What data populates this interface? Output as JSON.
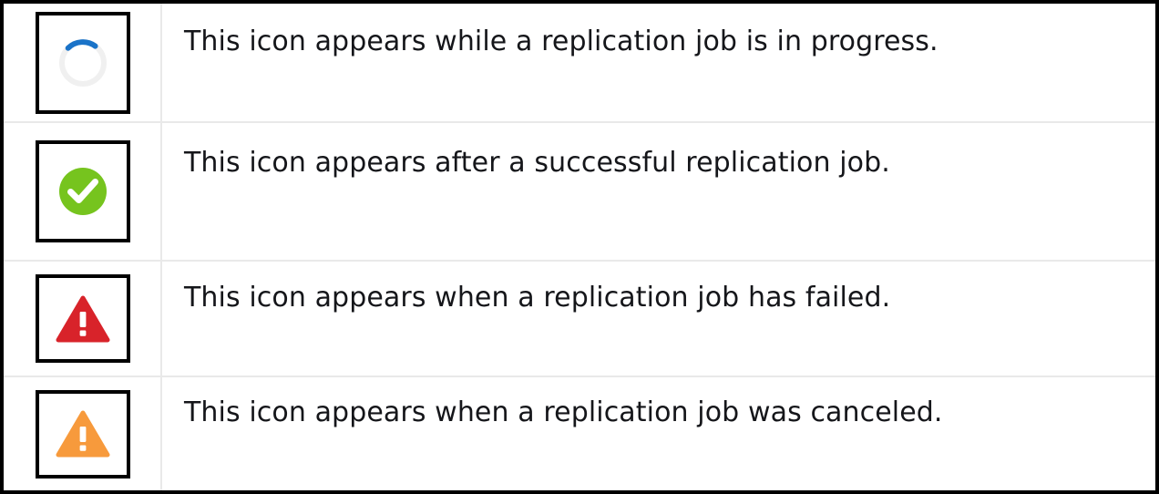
{
  "legend": {
    "colors": {
      "spinner_arc": "#1a73c8",
      "spinner_track": "#f0f0f0",
      "success_green": "#76c41e",
      "error_red": "#d8232a",
      "warning_orange": "#f79a3c",
      "check_white": "#ffffff",
      "box_border": "#000000",
      "row_divider": "#e9e9e9",
      "text": "#15161a"
    },
    "rows": [
      {
        "icon_name": "progress-spinner-icon",
        "icon_label": "in-progress",
        "description": "This icon appears while a replication job is in progress."
      },
      {
        "icon_name": "success-check-circle-icon",
        "icon_label": "success",
        "description": "This icon appears after a successful replication job."
      },
      {
        "icon_name": "error-warning-triangle-icon",
        "icon_label": "failed",
        "description": "This icon appears when a replication job has failed."
      },
      {
        "icon_name": "canceled-warning-triangle-icon",
        "icon_label": "canceled",
        "description": "This icon appears when a replication job was canceled."
      }
    ]
  }
}
